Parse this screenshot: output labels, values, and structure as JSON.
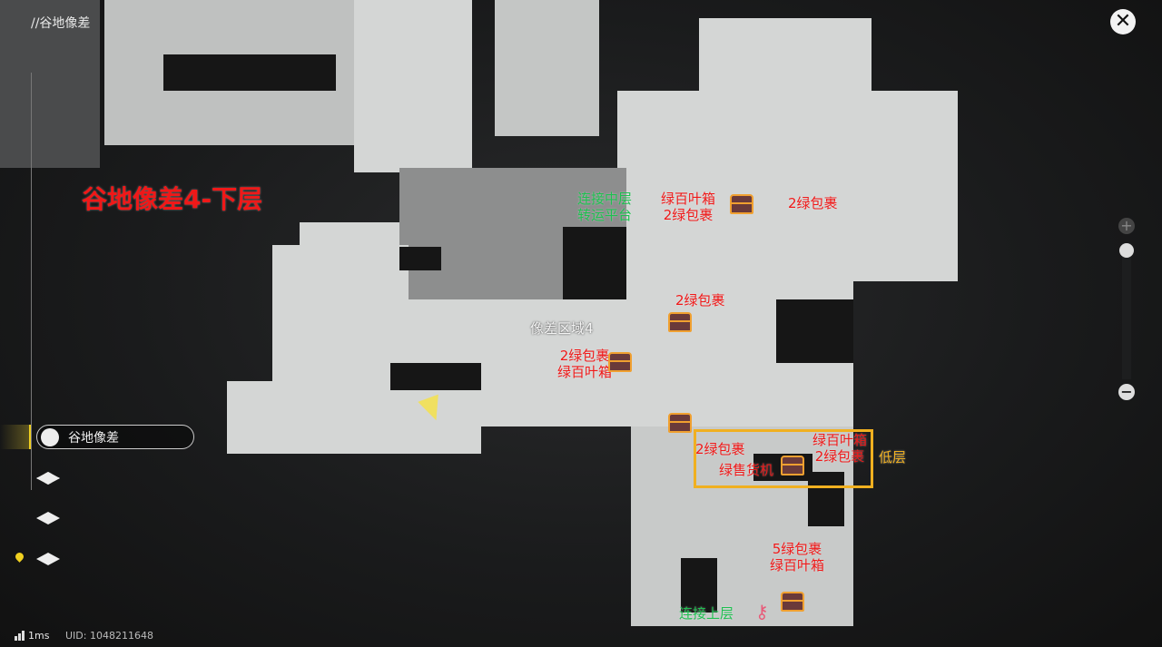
{
  "header": {
    "region_title": "//谷地像差"
  },
  "map": {
    "title": "谷地像差4-下层",
    "area_name": "像差区域4",
    "annotations": [
      {
        "text": "连接中层\n转运平台",
        "color": "#1ec050"
      },
      {
        "text": "绿百叶箱\n2绿包裹",
        "color": "#f01818"
      },
      {
        "text": "2绿包裹",
        "color": "#f01818"
      },
      {
        "text": "2绿包裹",
        "color": "#f01818"
      },
      {
        "text": "2绿包裹\n绿百叶箱",
        "color": "#f01818"
      },
      {
        "text": "2绿包裹",
        "color": "#f01818"
      },
      {
        "text": "绿售货机",
        "color": "#f01818"
      },
      {
        "text": "绿百叶箱\n2绿包裹",
        "color": "#f01818"
      },
      {
        "text": "低层",
        "color": "#f0b020"
      },
      {
        "text": "5绿包裹\n绿百叶箱",
        "color": "#f01818"
      },
      {
        "text": "连接上层",
        "color": "#1ec050"
      }
    ],
    "highlight_color": "#f0b020"
  },
  "floor_selector": {
    "current": "谷地像差",
    "levels": 3
  },
  "zoom": {
    "level": 0.95
  },
  "status": {
    "ping": "1ms",
    "uid": "UID: 1048211648"
  }
}
